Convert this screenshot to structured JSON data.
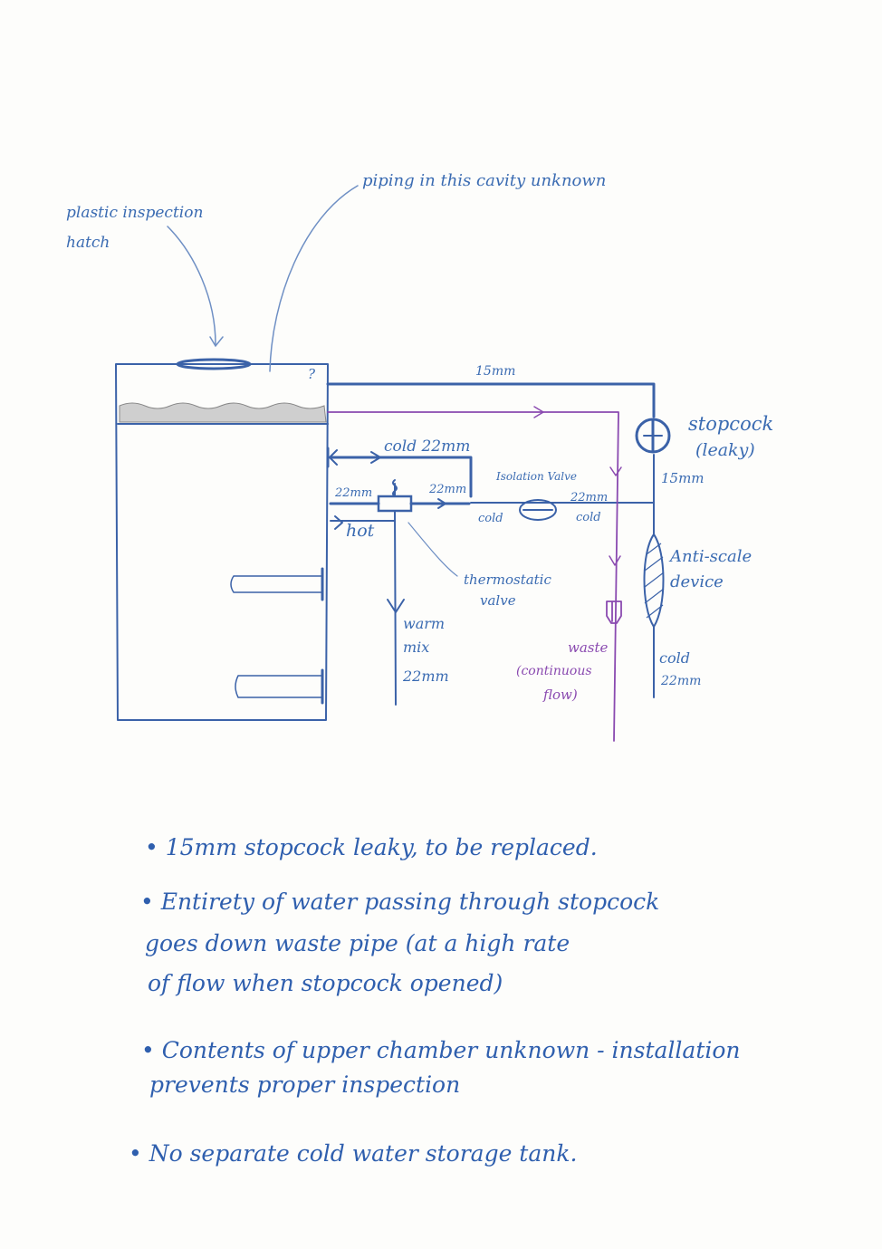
{
  "labels": {
    "hatch_l1": "plastic inspection",
    "hatch_l2": "hatch",
    "cavity": "piping in this cavity unknown",
    "question": "?",
    "pipe_15mm_top": "15mm",
    "stopcock_l1": "stopcock",
    "stopcock_l2": "(leaky)",
    "pipe_15mm_right": "15mm",
    "cold_22mm": "cold 22mm",
    "isolation_valve": "Isolation Valve",
    "left_22mm": "22mm",
    "mid_22mm": "22mm",
    "cold_a": "cold",
    "right_22mm": "22mm",
    "cold_b": "cold",
    "hot": "hot",
    "thermo_l1": "thermostatic",
    "thermo_l2": "valve",
    "warm_l1": "warm",
    "warm_l2": "mix",
    "warm_l3": "22mm",
    "antiscale_l1": "Anti-scale",
    "antiscale_l2": "device",
    "waste_l1": "waste",
    "waste_l2": "(continuous",
    "waste_l3": "flow)",
    "cold_bottom_l1": "cold",
    "cold_bottom_l2": "22mm"
  },
  "notes": [
    [
      "• 15mm stopcock leaky, to be replaced."
    ],
    [
      "• Entirety of water passing through stopcock",
      "goes down waste pipe (at a high rate",
      "of flow when stopcock opened)"
    ],
    [
      "• Contents of upper chamber unknown - installation",
      "prevents proper inspection"
    ],
    [
      "• No separate cold water storage tank."
    ]
  ],
  "colors": {
    "ink_blue": "#3b62a8",
    "ink_purple": "#8a4ab0"
  }
}
